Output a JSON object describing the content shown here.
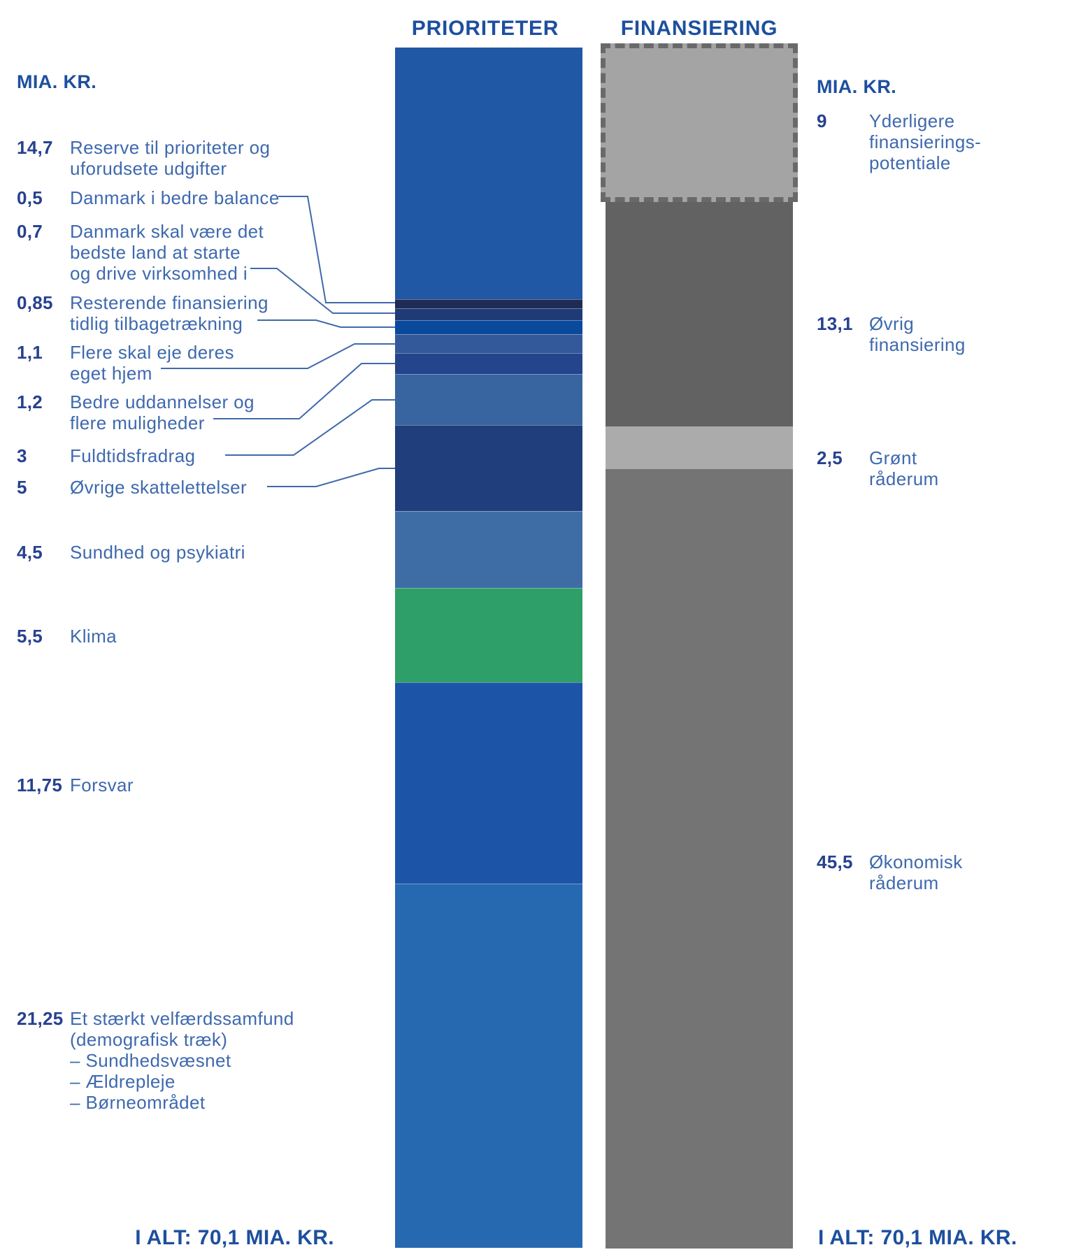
{
  "headers": {
    "left": "PRIORITETER",
    "right": "FINANSIERING"
  },
  "left_axis": {
    "unit": "MIA. KR."
  },
  "right_axis": {
    "unit": "MIA. KR."
  },
  "totals": {
    "left": "I ALT: 70,1 MIA. KR.",
    "right": "I ALT: 70,1 MIA. KR."
  },
  "chart_data": {
    "type": "bar",
    "subtype": "paired-stacked-columns",
    "unit": "mia. kr.",
    "total_value": 70.1,
    "title_left": "PRIORITETER",
    "title_right": "FINANSIERING",
    "columns": [
      {
        "name": "PRIORITETER",
        "total_label": "I ALT: 70,1 MIA. KR.",
        "segments": [
          {
            "value": 14.7,
            "value_label": "14,7",
            "color": "#2158a6",
            "lines": [
              "Reserve til prioriteter og",
              "uforudsete udgifter"
            ]
          },
          {
            "value": 0.5,
            "value_label": "0,5",
            "color": "#1f2a55",
            "lines": [
              "Danmark i bedre balance"
            ]
          },
          {
            "value": 0.7,
            "value_label": "0,7",
            "color": "#1f3a74",
            "lines": [
              "Danmark skal være det",
              "bedste land at starte",
              "og drive virksomhed i"
            ]
          },
          {
            "value": 0.85,
            "value_label": "0,85",
            "color": "#0a4a9d",
            "lines": [
              "Resterende finansiering",
              "tidlig tilbagetrækning"
            ]
          },
          {
            "value": 1.1,
            "value_label": "1,1",
            "color": "#33599b",
            "lines": [
              "Flere skal eje deres",
              "eget hjem"
            ]
          },
          {
            "value": 1.2,
            "value_label": "1,2",
            "color": "#24448c",
            "lines": [
              "Bedre uddannelser og",
              "flere muligheder"
            ]
          },
          {
            "value": 3,
            "value_label": "3",
            "color": "#38649f",
            "lines": [
              "Fuldtidsfradrag"
            ]
          },
          {
            "value": 5,
            "value_label": "5",
            "color": "#203d7c",
            "lines": [
              "Øvrige skattelettelser"
            ]
          },
          {
            "value": 4.5,
            "value_label": "4,5",
            "color": "#3e6da6",
            "lines": [
              "Sundhed og psykiatri"
            ]
          },
          {
            "value": 5.5,
            "value_label": "5,5",
            "color": "#2e9f68",
            "lines": [
              "Klima"
            ]
          },
          {
            "value": 11.75,
            "value_label": "11,75",
            "color": "#1c55a8",
            "lines": [
              "Forsvar"
            ]
          },
          {
            "value": 21.25,
            "value_label": "21,25",
            "color": "#2769b1",
            "lines": [
              "Et stærkt velfærdssamfund",
              "(demografisk træk)",
              "– Sundhedsvæsnet",
              "– Ældrepleje",
              "– Børneområdet"
            ]
          }
        ]
      },
      {
        "name": "FINANSIERING",
        "total_label": "I ALT: 70,1 MIA. KR.",
        "segments": [
          {
            "value": 9,
            "value_label": "9",
            "color": "#a4a4a4",
            "style": "dashed",
            "lines": [
              "Yderligere",
              "finansierings-",
              "potentiale"
            ]
          },
          {
            "value": 13.1,
            "value_label": "13,1",
            "color": "#626262",
            "lines": [
              "Øvrig",
              "finansiering"
            ]
          },
          {
            "value": 2.5,
            "value_label": "2,5",
            "color": "#ababab",
            "lines": [
              "Grønt",
              "råderum"
            ]
          },
          {
            "value": 45.5,
            "value_label": "45,5",
            "color": "#747474",
            "lines": [
              "Økonomisk",
              "råderum"
            ]
          }
        ]
      }
    ],
    "colors": {
      "heading_blue": "#1d4f9e",
      "number_blue": "#27418f",
      "label_blue": "#3e69ae",
      "connector_blue": "#4169ac",
      "dashed_border_gray": "#696969"
    },
    "layout_hints": {
      "grid": false,
      "legend": "none",
      "annotations": "leader lines connect small left-column segments to their labels"
    }
  }
}
